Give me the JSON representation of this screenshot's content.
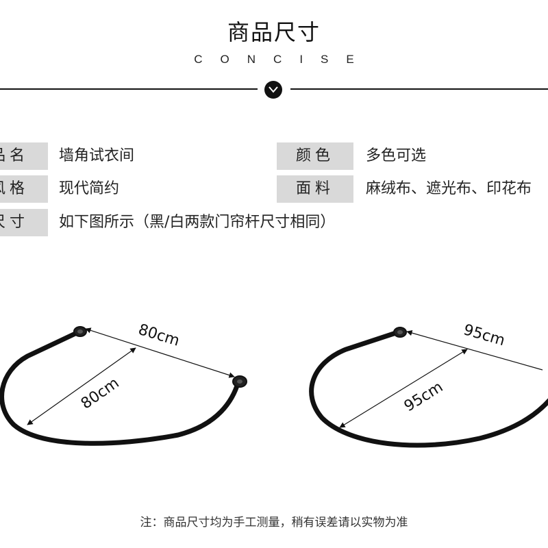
{
  "header": {
    "title": "商品尺寸",
    "subtitle": "CONCISE"
  },
  "specs": {
    "r1": {
      "l1": "品名",
      "v1": "墙角试衣间",
      "l2": "颜色",
      "v2": "多色可选"
    },
    "r2": {
      "l1": "风格",
      "v1": "现代简约",
      "l2": "面料",
      "v2": "麻绒布、遮光布、印花布"
    },
    "r3": {
      "l1": "尺寸",
      "v1": "如下图所示（黑/白两款门帘杆尺寸相同）"
    }
  },
  "diagrams": {
    "left": {
      "a": "80cm",
      "b": "80cm"
    },
    "right": {
      "a": "95cm",
      "b": "95cm"
    }
  },
  "note": "注：商品尺寸均为手工测量，稍有误差请以实物为准",
  "colors": {
    "rod": "#111111",
    "label_bg": "#d9d9d9",
    "text": "#222222"
  }
}
